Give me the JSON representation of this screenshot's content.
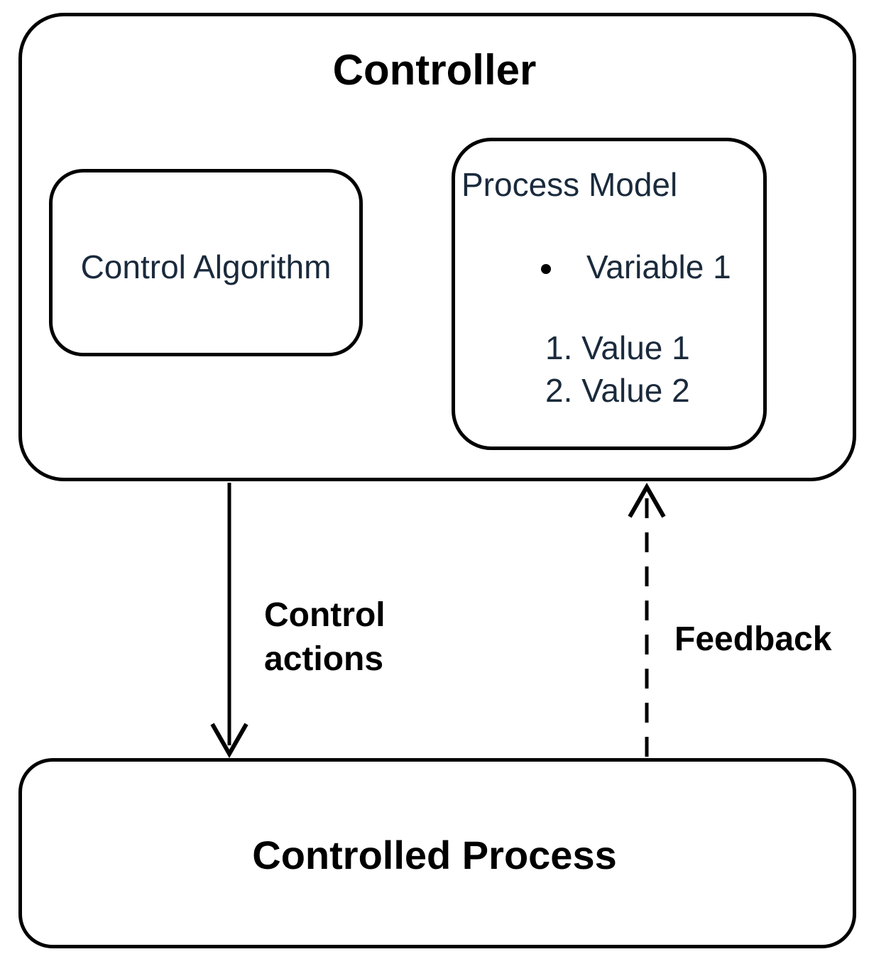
{
  "controller": {
    "title": "Controller",
    "control_algorithm": "Control Algorithm",
    "process_model": {
      "title": "Process Model",
      "variable": "Variable 1",
      "values": [
        "1. Value 1",
        "2. Value 2"
      ]
    }
  },
  "controlled_process": {
    "label": "Controlled Process"
  },
  "edges": {
    "control_actions": [
      "Control",
      "actions"
    ],
    "feedback": "Feedback"
  },
  "colors": {
    "stroke": "#000000",
    "box_text": "#1a2a3c",
    "background": "#ffffff"
  }
}
